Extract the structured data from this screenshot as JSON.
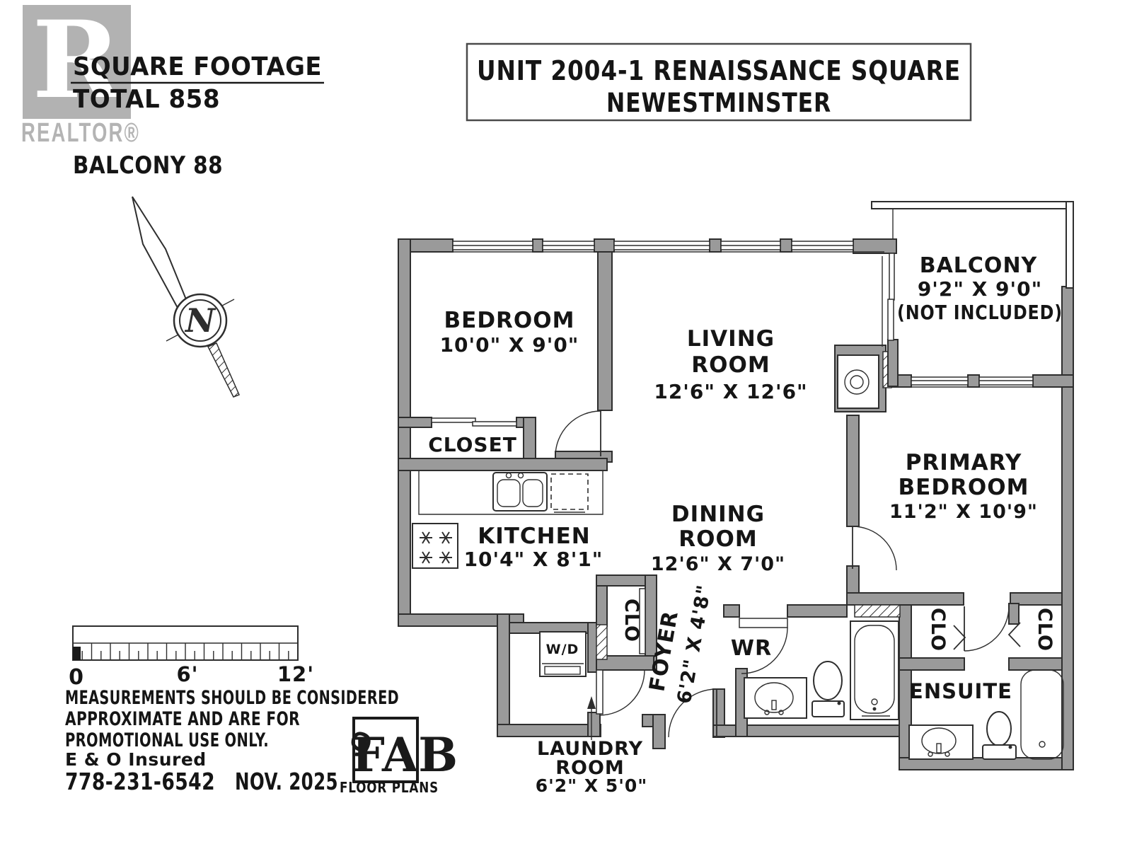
{
  "branding": {
    "realtor_letter": "R",
    "realtor_text": "REALTOR®"
  },
  "summary": {
    "title": "SQUARE FOOTAGE",
    "total": "TOTAL 858",
    "balcony": "BALCONY 88"
  },
  "title_box": {
    "line1": "UNIT 2004-1 RENAISSANCE SQUARE",
    "line2": "NEWESTMINSTER"
  },
  "compass": {
    "north": "N"
  },
  "rooms": {
    "bedroom": {
      "name": "BEDROOM",
      "dims": "10'0\" X 9'0\""
    },
    "closet": {
      "name": "CLOSET"
    },
    "living": {
      "line1": "LIVING",
      "line2": "ROOM",
      "dims": "12'6\" X 12'6\""
    },
    "balcony": {
      "name": "BALCONY",
      "dims": "9'2\" X 9'0\"",
      "note": "(NOT INCLUDED)"
    },
    "primary": {
      "line1": "PRIMARY",
      "line2": "BEDROOM",
      "dims": "11'2\" X 10'9\""
    },
    "kitchen": {
      "name": "KITCHEN",
      "dims": "10'4\" X 8'1\""
    },
    "dining": {
      "line1": "DINING",
      "line2": "ROOM",
      "dims": "12'6\" X 7'0\""
    },
    "entry_closet": {
      "name": "CLO"
    },
    "foyer": {
      "name": "FOYER",
      "dims": "6'2\" X 4'8\""
    },
    "wr": {
      "name": "WR"
    },
    "ensuite": {
      "name": "ENSUITE"
    },
    "ensuite_closet_left": {
      "name": "CLO"
    },
    "ensuite_closet_right": {
      "name": "CLO"
    },
    "washer_dryer": {
      "name": "W/D"
    },
    "laundry": {
      "line1": "LAUNDRY",
      "line2": "ROOM",
      "dims": "6'2\" X 5'0\""
    }
  },
  "scale_bar": {
    "start": "0",
    "middle": "6'",
    "end": "12'"
  },
  "disclaimer": {
    "line1": "MEASUREMENTS SHOULD BE CONSIDERED",
    "line2": "APPROXIMATE AND ARE FOR",
    "line3": "PROMOTIONAL USE ONLY.",
    "line4": "E & O Insured"
  },
  "contact": {
    "phone": "778-231-6542",
    "date": "NOV. 2025"
  },
  "fab_logo": {
    "text": "FAB",
    "subtext": "FLOOR PLANS"
  }
}
